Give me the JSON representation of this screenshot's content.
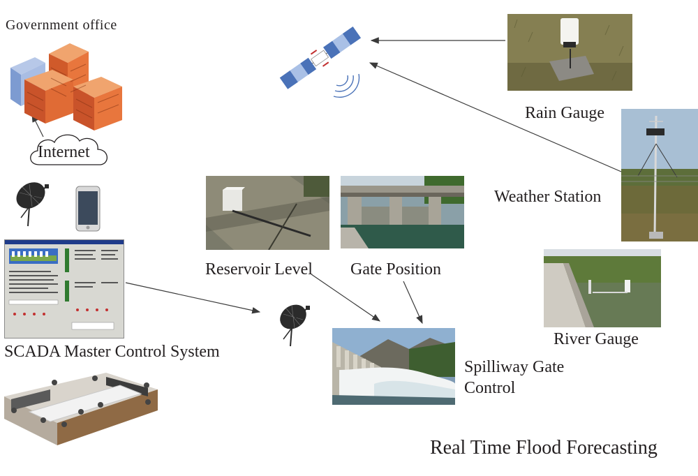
{
  "labels": {
    "government": "Government office",
    "internet": "Internet",
    "scada": "SCADA Master Control System",
    "reservoir": "Reservoir Level",
    "gate": "Gate Position",
    "spillway_line1": "Spilliway Gate",
    "spillway_line2": "Control",
    "rain": "Rain Gauge",
    "weather": "Weather Station",
    "river": "River Gauge",
    "title": "Real Time Flood Forecasting"
  },
  "icons": {
    "satellite": "satellite-icon",
    "dish": "satellite-dish-icon",
    "phone": "smartphone-icon",
    "building": "office-building-icon",
    "cloud": "cloud-icon"
  },
  "colors": {
    "text": "#231f20",
    "arrow": "#3a3a3a",
    "building": "#e0703a",
    "satellite_blue": "#4a72b8"
  }
}
